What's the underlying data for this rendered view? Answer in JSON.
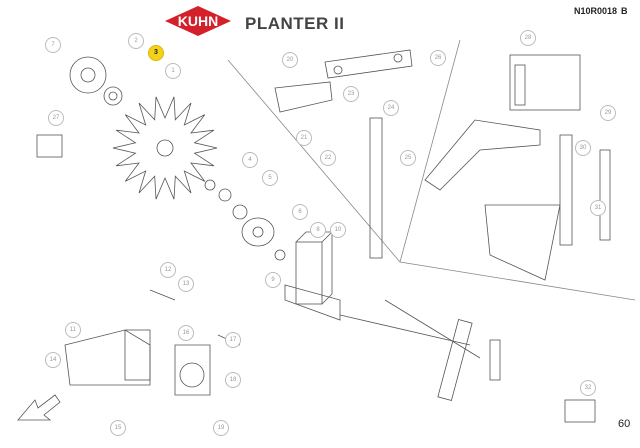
{
  "header": {
    "brand": "KUHN",
    "title": "PLANTER II",
    "reference": "N10R0018",
    "revision": "B"
  },
  "page_number": "60",
  "colors": {
    "brand_red": "#d3202a",
    "highlight": "#f4d21a",
    "line": "#555555"
  },
  "callouts": [
    {
      "label": "7",
      "highlighted": false
    },
    {
      "label": "2",
      "highlighted": false
    },
    {
      "label": "3",
      "highlighted": true
    },
    {
      "label": "1",
      "highlighted": false
    },
    {
      "label": "27",
      "highlighted": false
    },
    {
      "label": "4",
      "highlighted": false
    },
    {
      "label": "5",
      "highlighted": false
    },
    {
      "label": "6",
      "highlighted": false
    },
    {
      "label": "8",
      "highlighted": false
    },
    {
      "label": "10",
      "highlighted": false
    },
    {
      "label": "9",
      "highlighted": false
    },
    {
      "label": "12",
      "highlighted": false
    },
    {
      "label": "13",
      "highlighted": false
    },
    {
      "label": "11",
      "highlighted": false
    },
    {
      "label": "14",
      "highlighted": false
    },
    {
      "label": "15",
      "highlighted": false
    },
    {
      "label": "16",
      "highlighted": false
    },
    {
      "label": "17",
      "highlighted": false
    },
    {
      "label": "18",
      "highlighted": false
    },
    {
      "label": "19",
      "highlighted": false
    },
    {
      "label": "20",
      "highlighted": false
    },
    {
      "label": "21",
      "highlighted": false
    },
    {
      "label": "22",
      "highlighted": false
    },
    {
      "label": "23",
      "highlighted": false
    },
    {
      "label": "24",
      "highlighted": false
    },
    {
      "label": "25",
      "highlighted": false
    },
    {
      "label": "26",
      "highlighted": false
    },
    {
      "label": "28",
      "highlighted": false
    },
    {
      "label": "29",
      "highlighted": false
    },
    {
      "label": "30",
      "highlighted": false
    },
    {
      "label": "31",
      "highlighted": false
    },
    {
      "label": "32",
      "highlighted": false
    }
  ]
}
